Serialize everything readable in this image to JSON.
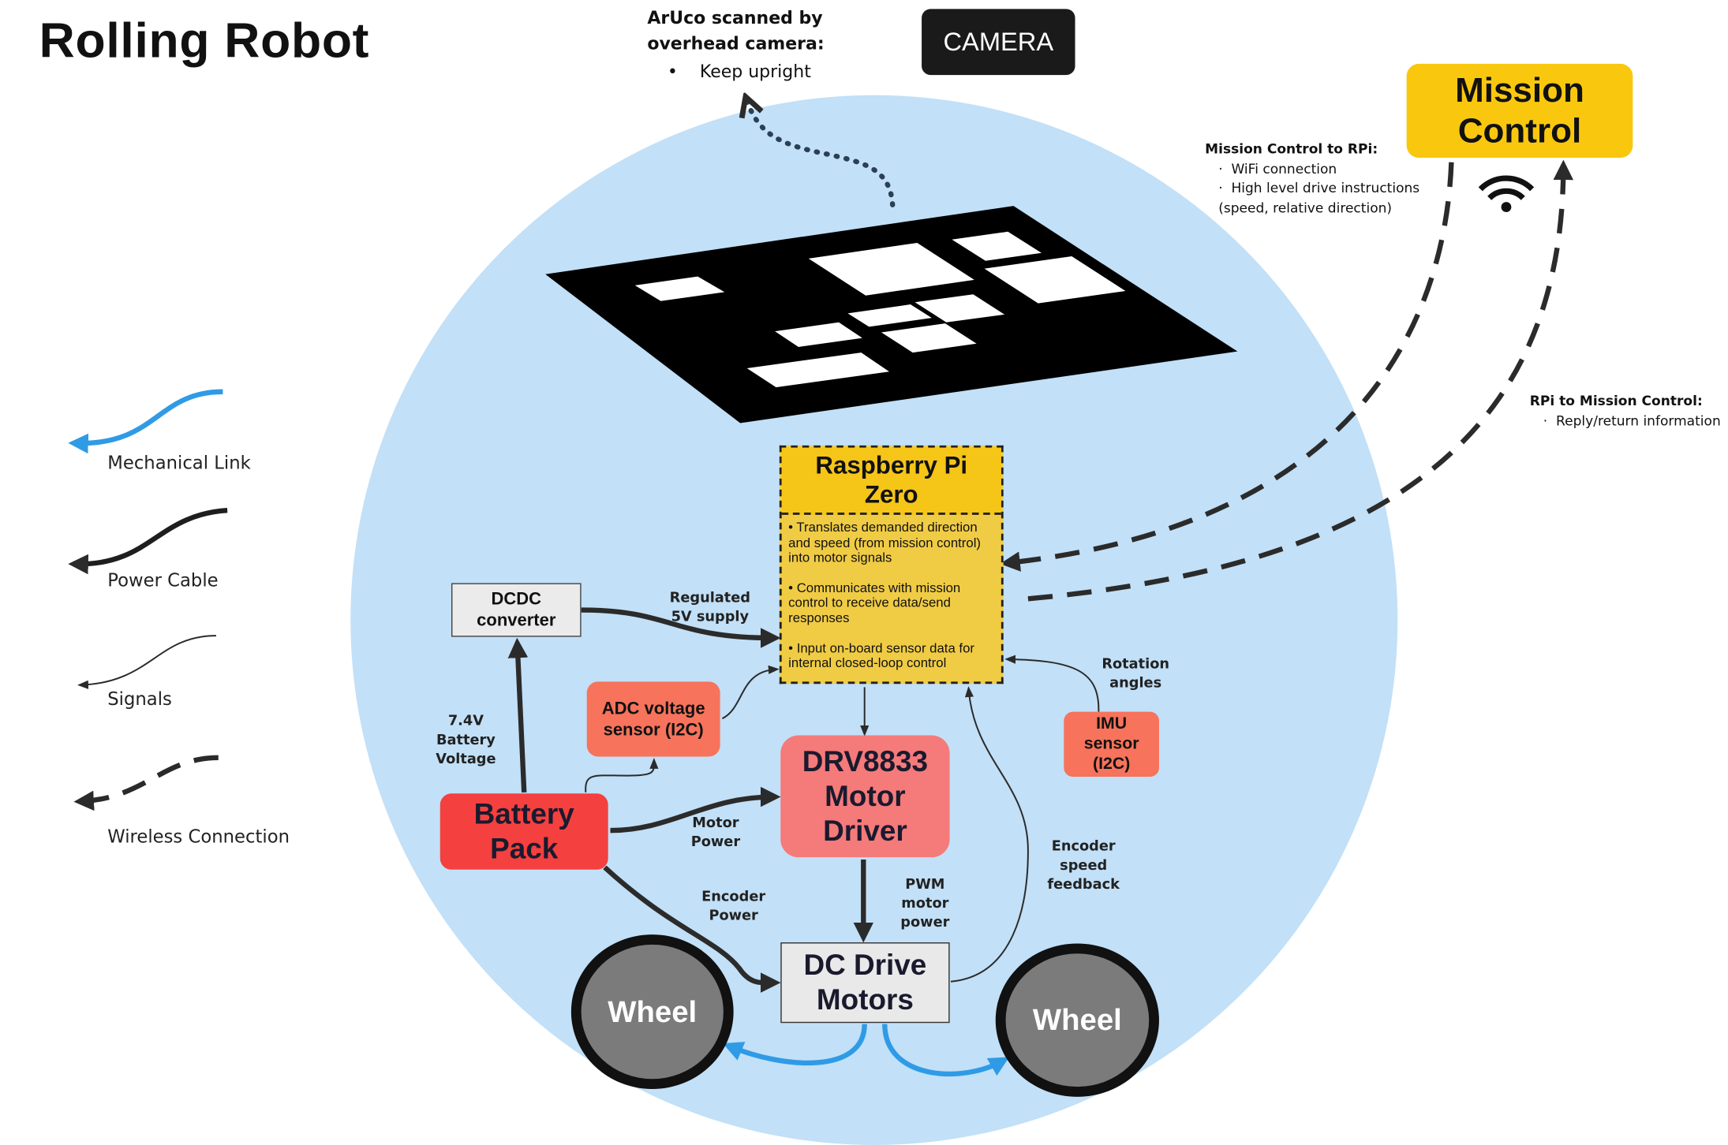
{
  "title": "Rolling Robot",
  "aruco_note": {
    "heading": "ArUco scanned by overhead camera:",
    "bullets": [
      "Keep upright"
    ]
  },
  "camera": {
    "label": "CAMERA"
  },
  "mission_control": {
    "label": "Mission Control"
  },
  "mc_to_rpi": {
    "heading": "Mission Control to RPi:",
    "bullets": [
      "WiFi connection",
      "High level drive instructions (speed, relative direction)"
    ]
  },
  "rpi_to_mc": {
    "heading": "RPi to Mission Control:",
    "bullets": [
      "Reply/return information"
    ]
  },
  "legend": [
    {
      "label": "Mechanical Link",
      "color": "#2f9be6"
    },
    {
      "label": "Power Cable",
      "color": "#1e1e1e"
    },
    {
      "label": "Signals",
      "color": "#2a2a2a"
    },
    {
      "label": "Wireless Connection",
      "color": "#2a2a2a"
    }
  ],
  "rpi": {
    "title": "Raspberry Pi Zero",
    "bullets": [
      "• Translates demanded direction and speed (from mission control) into motor signals",
      "• Communicates with mission control to receive data/send responses",
      "• Input on-board sensor data for internal closed-loop control"
    ]
  },
  "dcdc": {
    "label": "DCDC converter"
  },
  "adc": {
    "label": "ADC voltage sensor (I2C)"
  },
  "driver": {
    "label": "DRV8833 Motor Driver"
  },
  "imu": {
    "label": "IMU sensor (I2C)"
  },
  "battery": {
    "label": "Battery Pack"
  },
  "motors": {
    "label": "DC Drive Motors"
  },
  "wheels": [
    "Wheel",
    "Wheel"
  ],
  "edge_labels": {
    "regulated": "Regulated 5V supply",
    "battery_voltage": "7.4V Battery Voltage",
    "motor_power": "Motor Power",
    "encoder_power": "Encoder Power",
    "pwm": "PWM motor power",
    "encoder_feedback": "Encoder speed feedback",
    "rotation": "Rotation angles"
  },
  "colors": {
    "circle": "#c2e0f7",
    "rpi": "#f5c518",
    "rpi_body": "#f0cc45",
    "battery": "#f4403f",
    "driver": "#f57a7a",
    "sensor": "#f7735b",
    "mission": "#f9c80e",
    "wheel": "#7b7b7b",
    "mech": "#2f9be6"
  }
}
